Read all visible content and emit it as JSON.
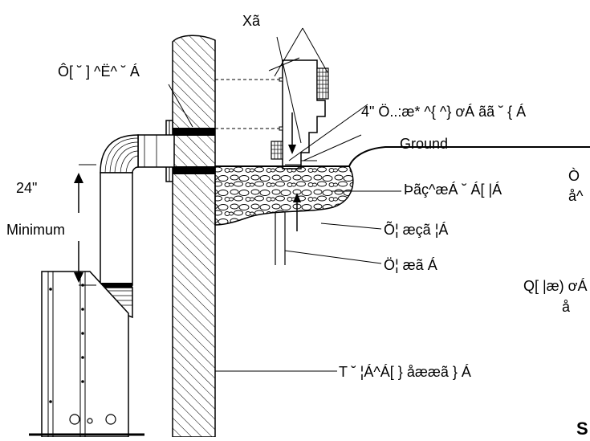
{
  "labels": {
    "top_label": "Xã",
    "wall_plate": "Ô[ ˘ ] ^Ë^ ˘ Á",
    "pipe_height": "4\" Ö..:æ* ^{ ^} ơÁ ãã ˘ { Á",
    "ground": "Ground",
    "min_value": "24\"",
    "min_word": "Minimum",
    "clearance": "Þãç^æÁ ˘ Á[ |Á",
    "gravel": "Õ¦ æçã ¦Á",
    "drain": "Ö¦ æã Á",
    "wall": "T ˘ ¦Á^Á[ } åææã } Á",
    "right_partial_1": "Ò",
    "right_partial_2": "å^",
    "right_partial_3": "Q[ |æ) ơÁ",
    "right_partial_4": "å",
    "right_partial_5": "S"
  },
  "colors": {
    "ink": "#000000",
    "paper": "#ffffff"
  }
}
